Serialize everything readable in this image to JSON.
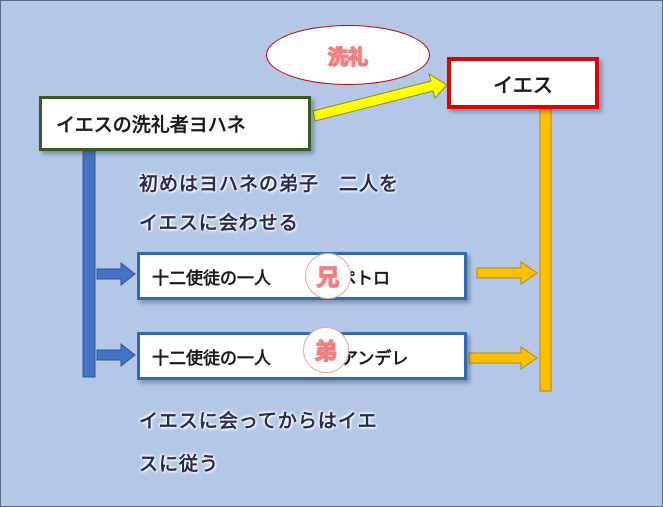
{
  "diagram": {
    "baptism_label": "洗礼",
    "jesus_label": "イエス",
    "john_label": "イエスの洗礼者ヨハネ",
    "note_first": {
      "line1": "初めはヨハネの弟子　二人を",
      "line2": "イエスに会わせる"
    },
    "peter": {
      "label_left": "十二使徒の一人",
      "circle": "兄",
      "label_right": "ペトロ"
    },
    "andrew": {
      "label_left": "十二使徒の一人",
      "circle": "弟",
      "label_right": "アンデレ"
    },
    "note_after": {
      "line1": "イエスに会ってからはイエ",
      "line2": "スに従う"
    }
  },
  "colors": {
    "background": "#b4c7e7",
    "john_border": "#3a5a1e",
    "jesus_border": "#e00000",
    "disciple_border": "#2e6bb0",
    "blue_connector": "#4472c4",
    "yellow_arrow": "#ffff00",
    "gold_connector": "#ffc000"
  }
}
